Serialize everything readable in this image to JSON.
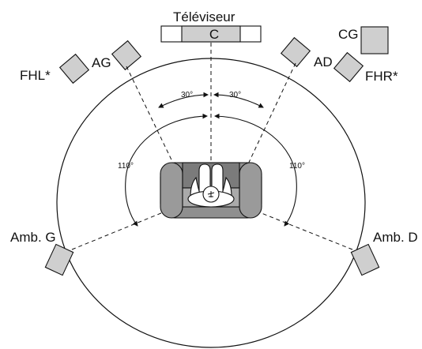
{
  "diagram": {
    "tv_label": "Téléviseur",
    "center_label": "C",
    "subwoofer_label": "CG",
    "front_left_label": "AG",
    "front_right_label": "AD",
    "front_high_left_label": "FHL*",
    "front_high_right_label": "FHR*",
    "surround_left_label": "Amb. G",
    "surround_right_label": "Amb. D",
    "angle_front_left": "30°",
    "angle_front_right": "30°",
    "angle_surround_left": "110°",
    "angle_surround_right": "110°"
  },
  "colors": {
    "speaker_fill": "#cfcfcf",
    "sofa_fill": "#8f8f8f",
    "sofa_inner": "#7b7b7b",
    "stroke": "#111111",
    "background": "#ffffff"
  },
  "icons": {
    "listener": "listener-icon",
    "sofa": "sofa-icon"
  }
}
